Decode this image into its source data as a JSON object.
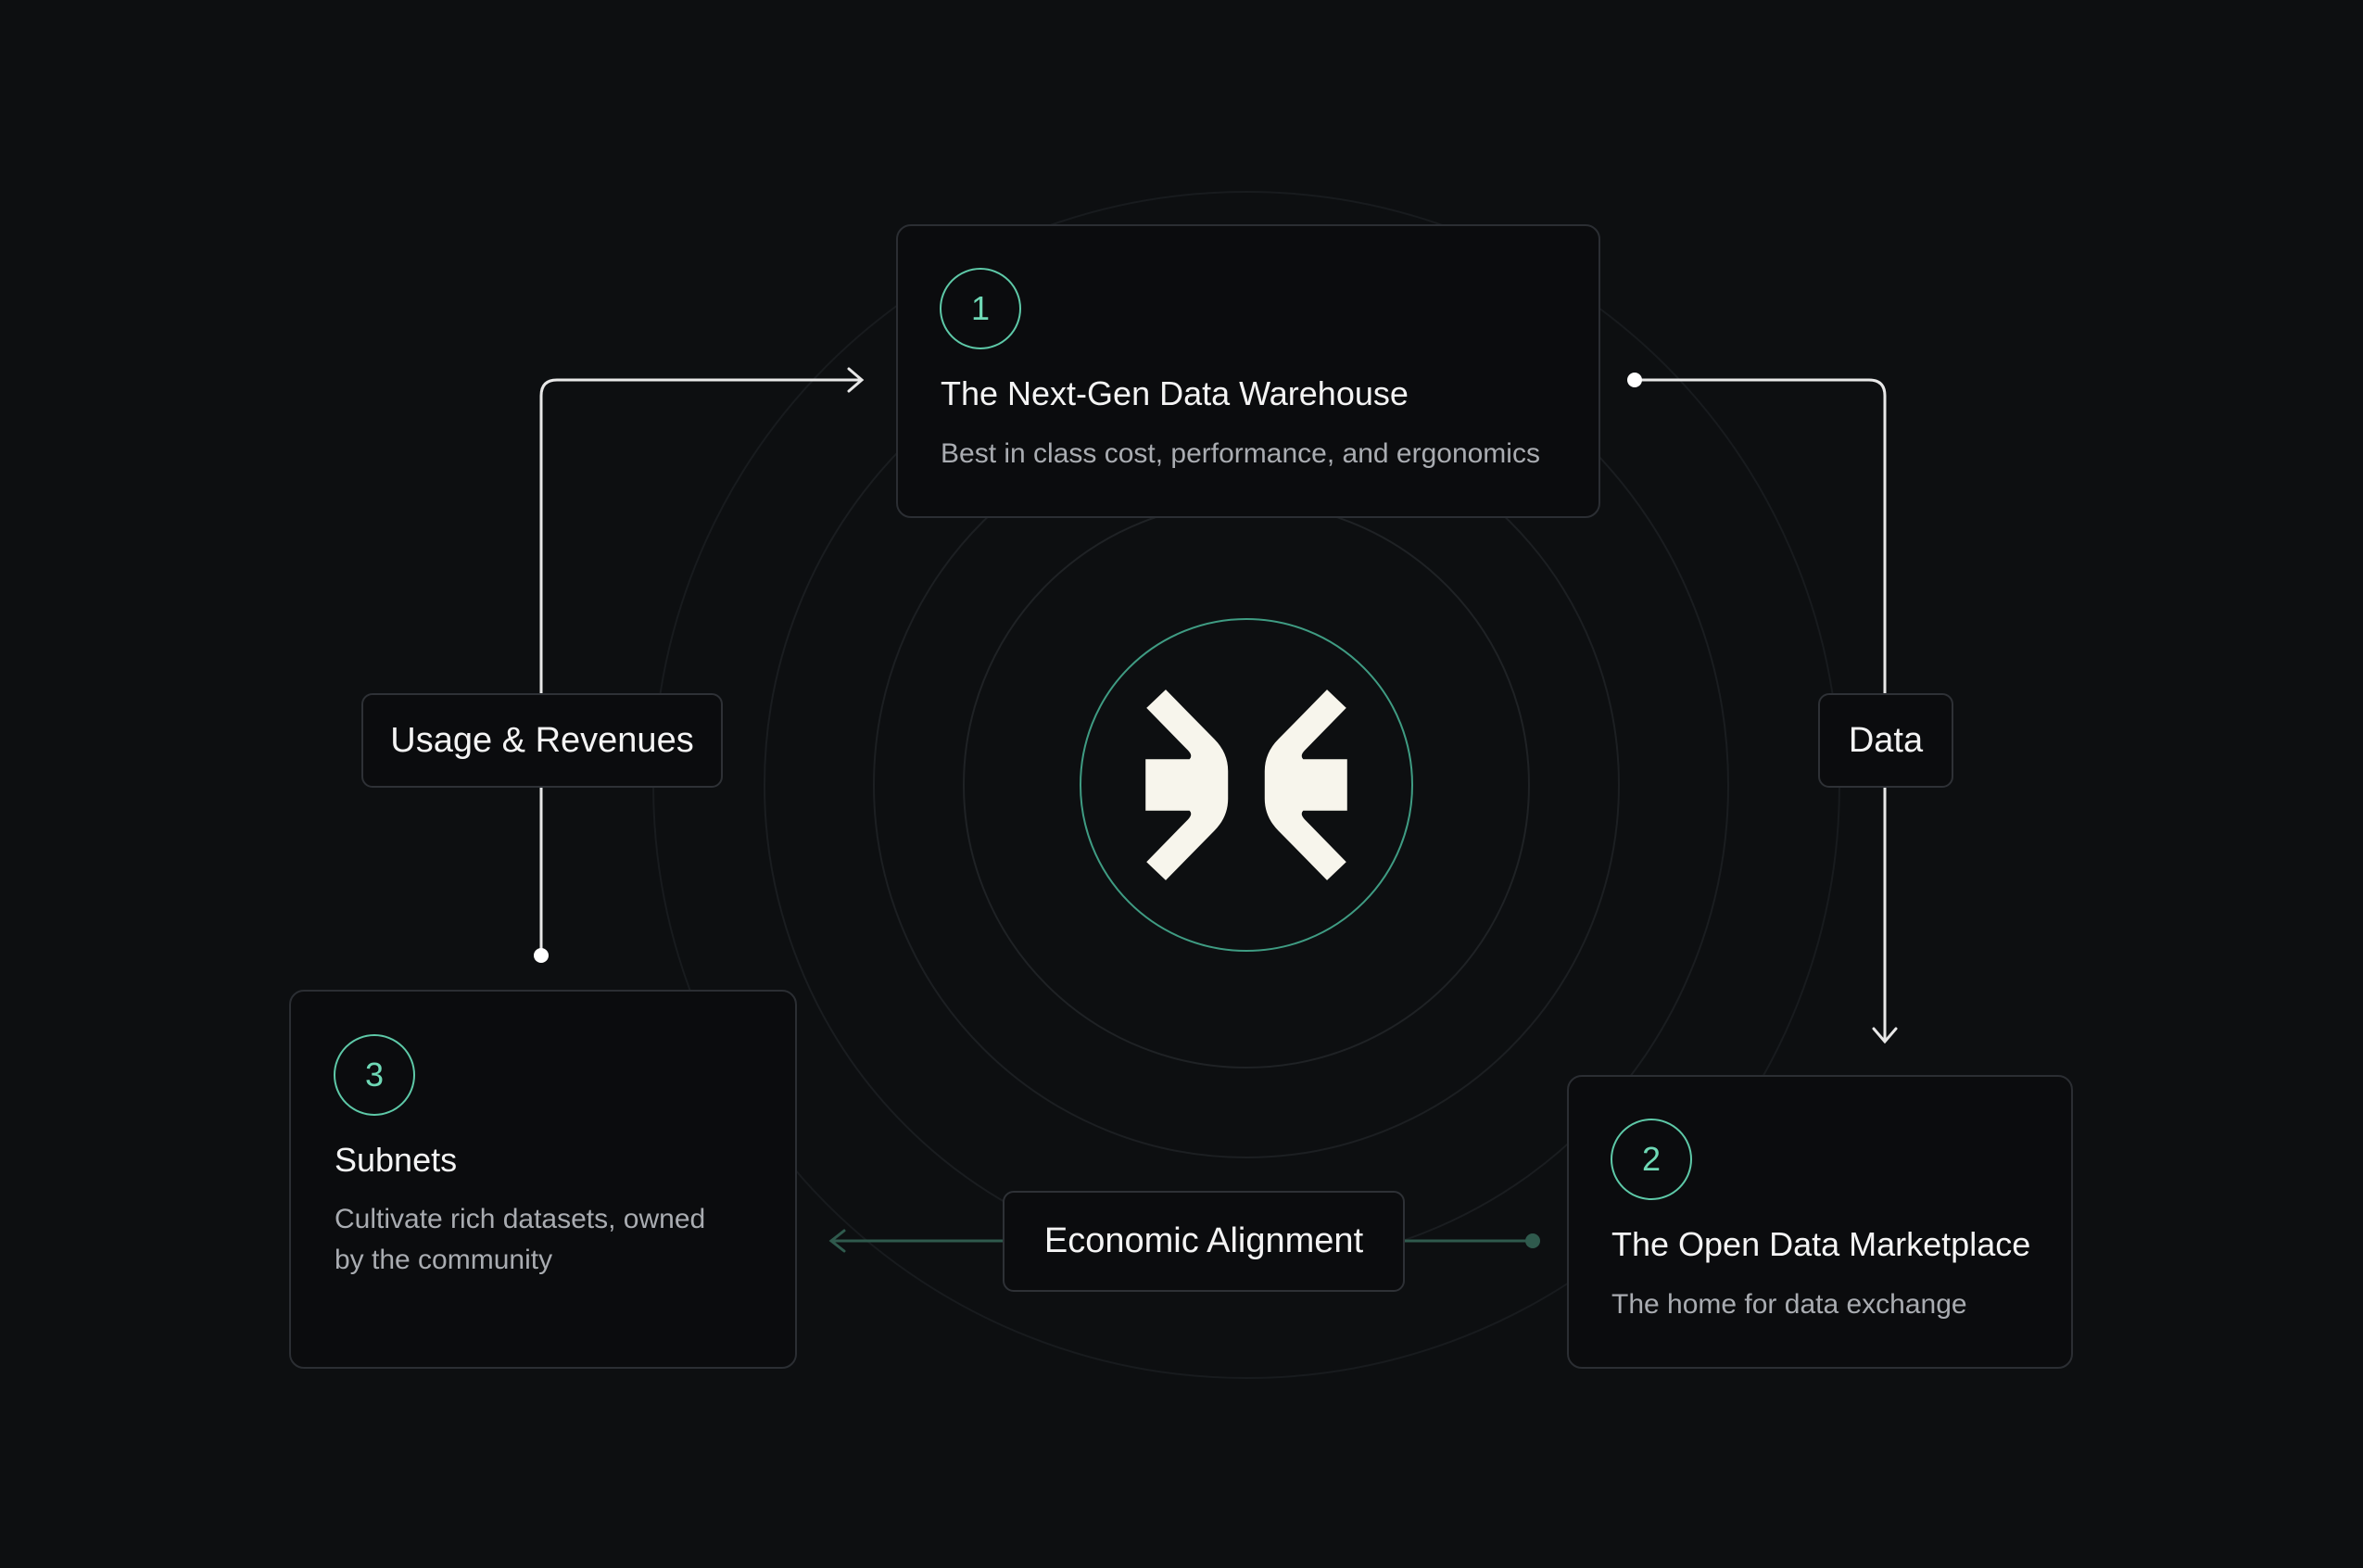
{
  "cards": {
    "warehouse": {
      "step": "1",
      "title": "The Next-Gen Data Warehouse",
      "description": "Best in class cost, performance, and ergonomics"
    },
    "marketplace": {
      "step": "2",
      "title": "The Open Data Marketplace",
      "description": "The home for data exchange"
    },
    "subnets": {
      "step": "3",
      "title": "Subnets",
      "description": "Cultivate rich datasets, owned by the community"
    }
  },
  "flows": {
    "usage": "Usage & Revenues",
    "data": "Data",
    "economic": "Economic Alignment"
  },
  "colors": {
    "background": "#0d0f11",
    "accent": "#5ec9a8",
    "card_border": "#2b2e33",
    "connector": "#ffffff",
    "muted_connector": "#2f5a4d"
  },
  "logo": {
    "icon": "converging-arrows-logo"
  }
}
